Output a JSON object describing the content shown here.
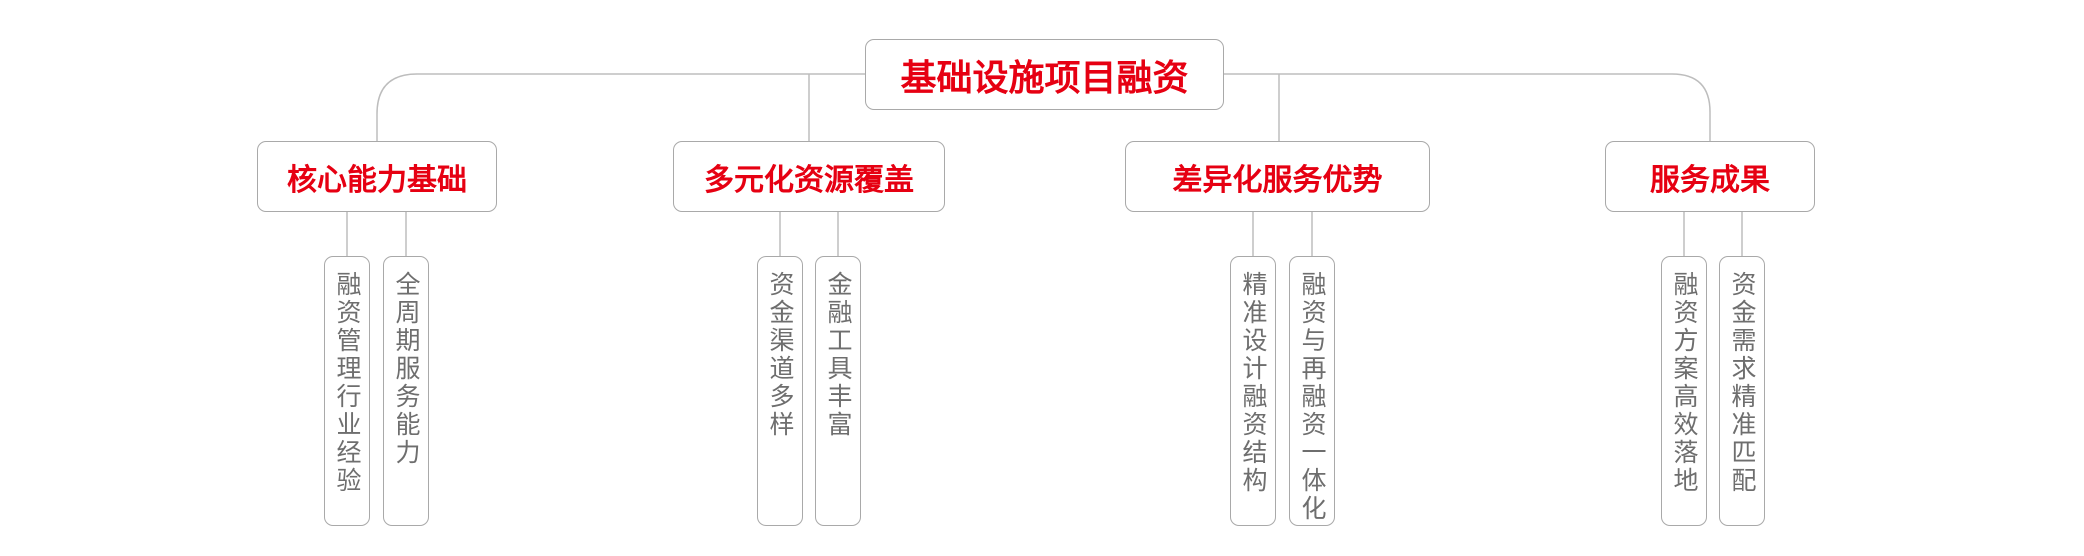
{
  "root": {
    "label": "基础设施项目融资"
  },
  "branches": [
    {
      "label": "核心能力基础",
      "leaves": [
        "融资管理行业经验",
        "全周期服务能力"
      ]
    },
    {
      "label": "多元化资源覆盖",
      "leaves": [
        "资金渠道多样",
        "金融工具丰富"
      ]
    },
    {
      "label": "差异化服务优势",
      "leaves": [
        "精准设计融资结构",
        "融资与再融资一体化"
      ]
    },
    {
      "label": "服务成果",
      "leaves": [
        "融资方案高效落地",
        "资金需求精准匹配"
      ]
    }
  ],
  "colors": {
    "title": "#e60012",
    "leaf_text": "#6e6e6e",
    "line": "#b8b8b8"
  }
}
